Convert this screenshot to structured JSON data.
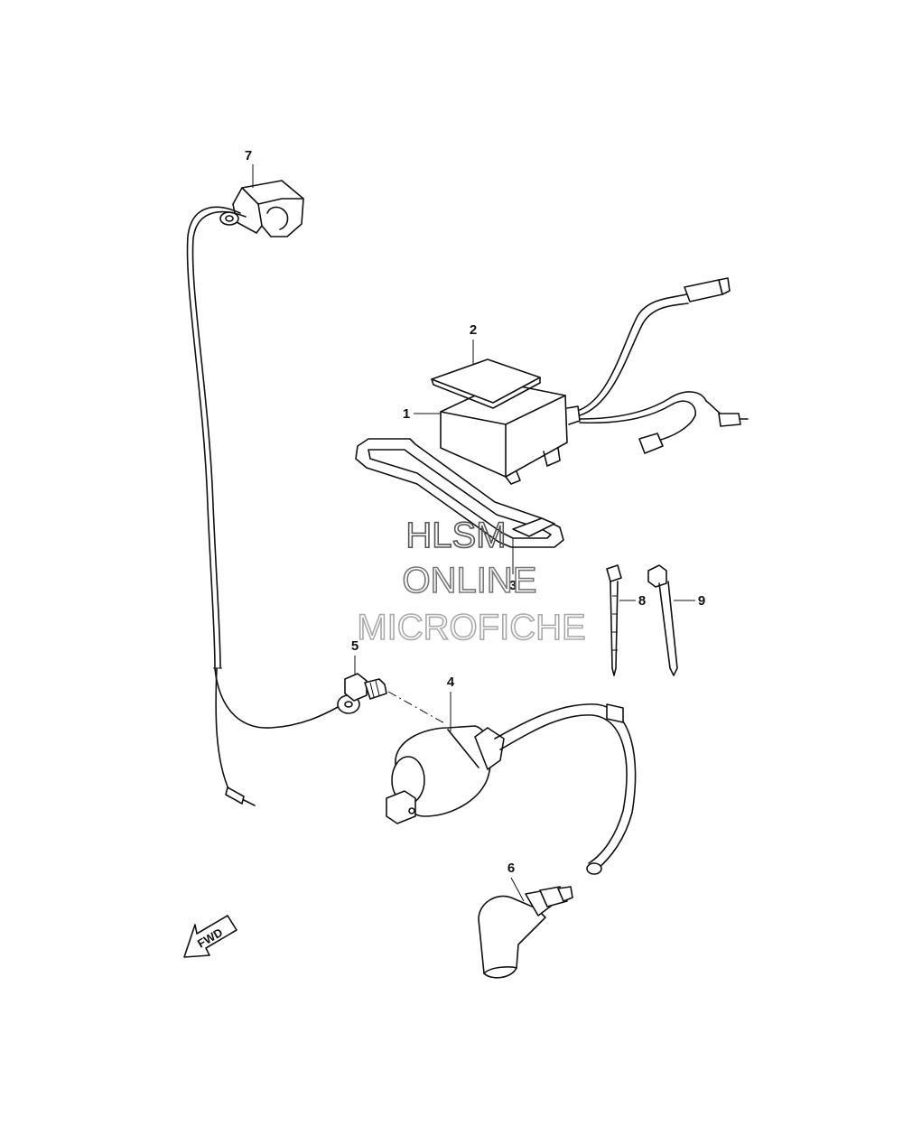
{
  "callouts": {
    "c1": "1",
    "c2": "2",
    "c3": "3",
    "c4": "4",
    "c5": "5",
    "c6": "6",
    "c7": "7",
    "c8": "8",
    "c9": "9"
  },
  "watermark": {
    "line1": "HLSM",
    "line2": "ONLINE",
    "line3": "MICROFICHE",
    "color_dark": "#555555",
    "color_light": "#aaaaaa"
  },
  "fwd_arrow": {
    "label": "FWD"
  }
}
